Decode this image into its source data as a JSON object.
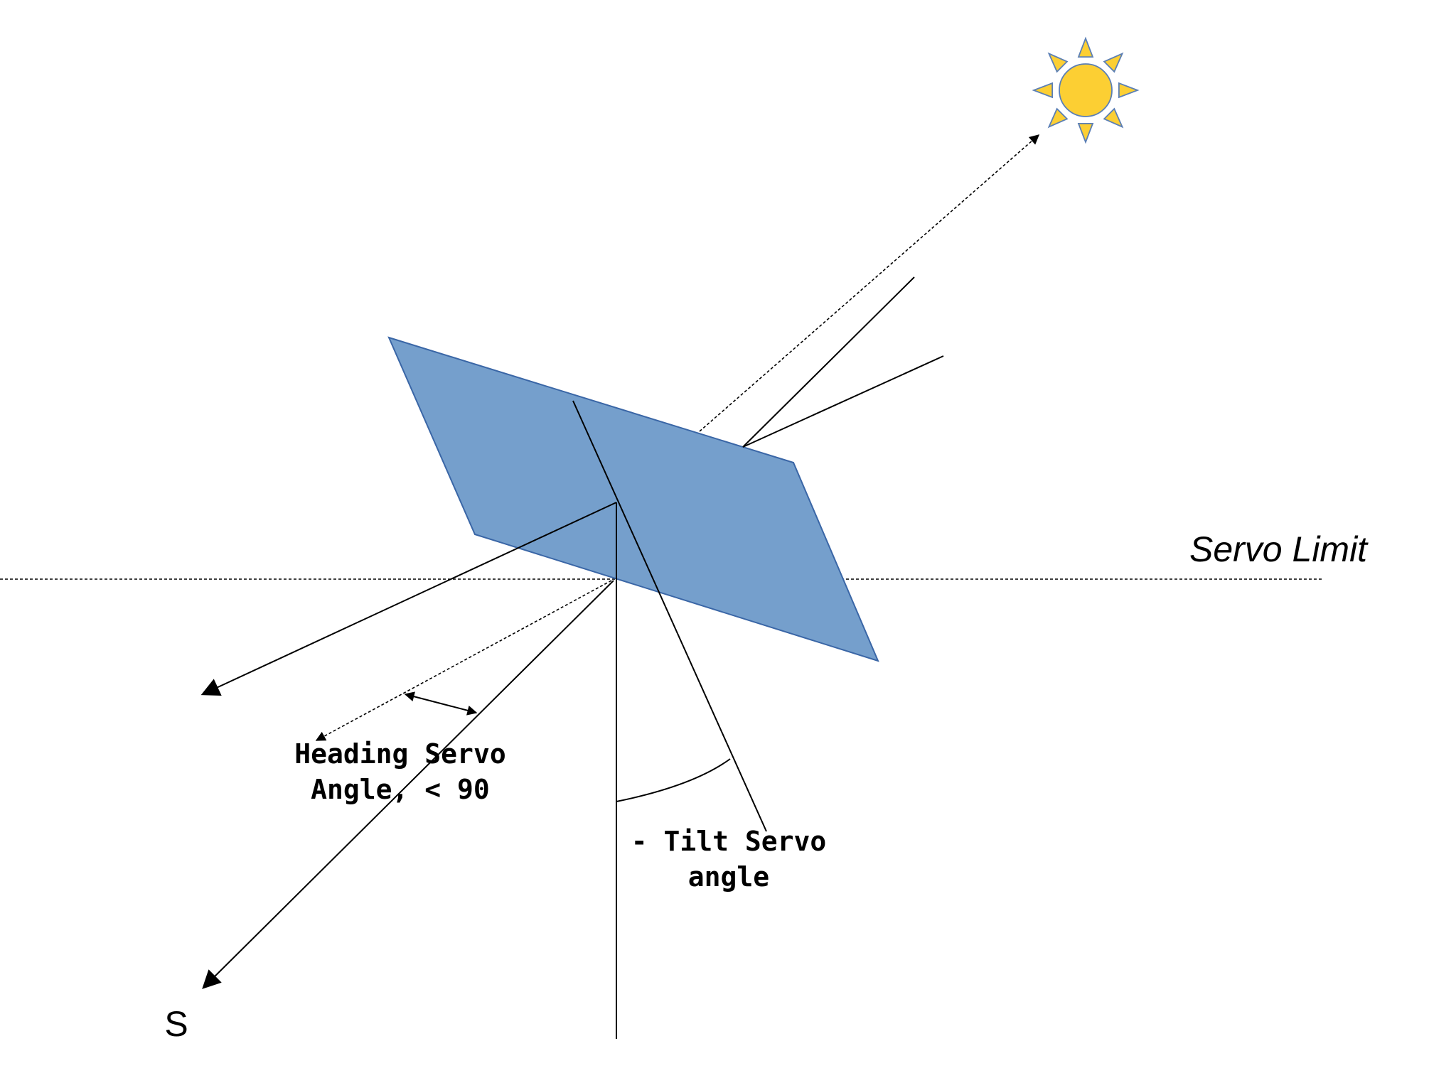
{
  "labels": {
    "servo_limit": "Servo Limit",
    "heading_line1": "Heading Servo",
    "heading_line2": "Angle, < 90",
    "tilt_line1": "- Tilt Servo",
    "tilt_line2": "angle",
    "south": "S"
  },
  "colors": {
    "panel_fill": "#759fcc",
    "panel_stroke": "#3a66a6",
    "sun_fill": "#fccf33",
    "sun_stroke": "#5b7fb5",
    "line": "#000000"
  },
  "icons": {
    "sun": "sun-icon"
  }
}
